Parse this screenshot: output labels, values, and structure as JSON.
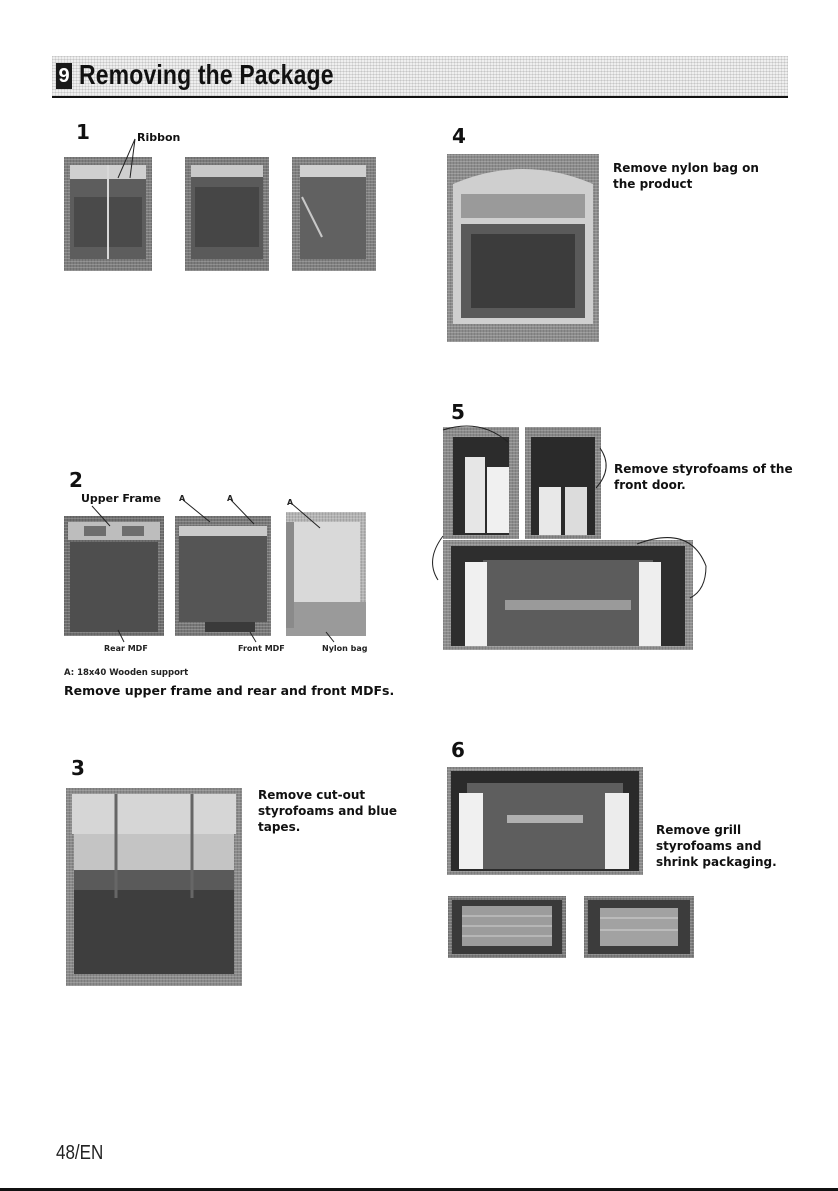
{
  "header": {
    "section_number": "9",
    "title": "Removing the Package"
  },
  "steps": {
    "s1": {
      "number": "1",
      "callout": "Ribbon"
    },
    "s2": {
      "number": "2",
      "callouts": {
        "upper_frame": "Upper Frame",
        "a1": "A",
        "a2": "A",
        "a3": "A",
        "rear_mdf": "Rear MDF",
        "front_mdf": "Front MDF",
        "nylon_bag": "Nylon bag"
      },
      "note": "A: 18x40 Wooden support",
      "instruction": "Remove upper frame and rear and front MDFs."
    },
    "s3": {
      "number": "3",
      "instruction_lines": [
        "Remove cut-out",
        "styrofoams and blue",
        "tapes."
      ]
    },
    "s4": {
      "number": "4",
      "instruction_lines": [
        "Remove nylon bag on",
        "the product"
      ]
    },
    "s5": {
      "number": "5",
      "instruction_lines": [
        "Remove styrofoams of the",
        "front door."
      ]
    },
    "s6": {
      "number": "6",
      "instruction_lines": [
        "Remove grill",
        "styrofoams and",
        "shrink packaging."
      ]
    }
  },
  "footer": {
    "page": "48/EN"
  }
}
